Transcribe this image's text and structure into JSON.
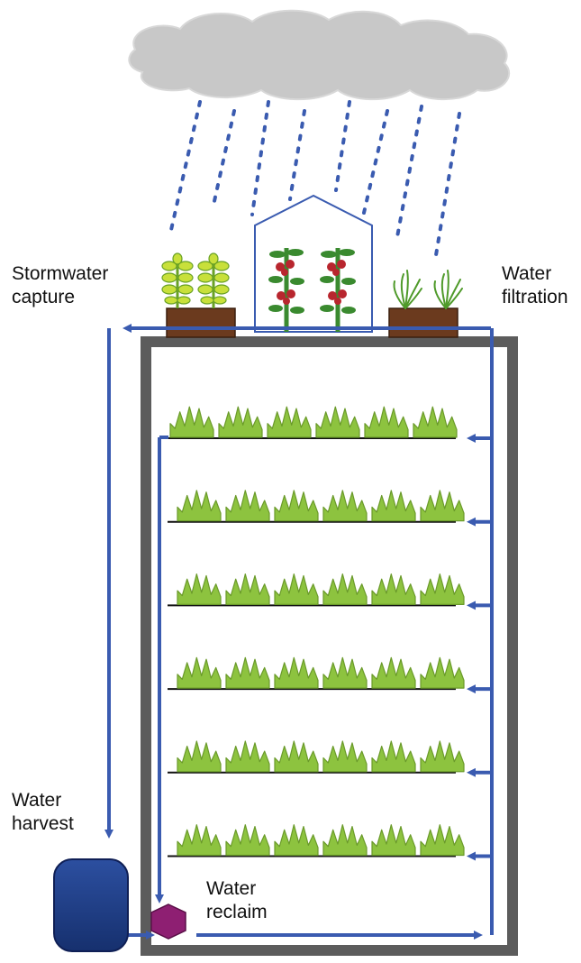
{
  "labels": {
    "stormwater": {
      "line1": "Stormwater",
      "line2": "capture"
    },
    "filtration": {
      "line1": "Water",
      "line2": "filtration"
    },
    "harvest": {
      "line1": "Water",
      "line2": "harvest"
    },
    "reclaim": {
      "line1": "Water",
      "line2": "reclaim"
    }
  },
  "tier_count": 6,
  "plants_per_tier": 6,
  "colors": {
    "pipe": "#3a5bb0",
    "building": "#5c5c5c",
    "cloud": "#c8c8c8",
    "rain": "#3a5bb0",
    "lettuce": "#8dc33f",
    "lettuce_dark": "#6a9a2a",
    "soil": "#6b3a1e",
    "tomato_fruit": "#b8262e",
    "stem": "#3a8a2f",
    "tank": "#1e3a80",
    "reclaim_valve": "#8e1f72",
    "greenhouse": "#3a5bb0"
  }
}
